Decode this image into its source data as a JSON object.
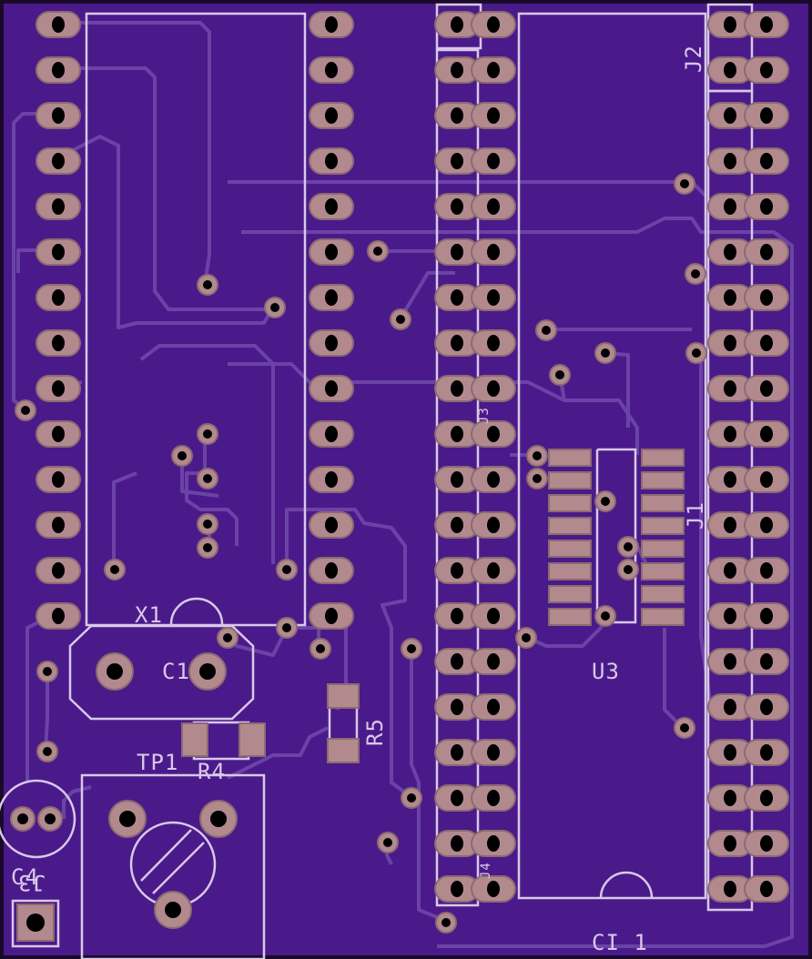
{
  "board": {
    "colors": {
      "substrate": "#4a1a8a",
      "border": "#1a0a2a",
      "trace": "#6b43a6",
      "pad_ring": "#b28a8e",
      "pad_outline": "#8c6a72",
      "drill": "#000000",
      "silk": "#d8c8e8"
    },
    "silkscreen_labels": {
      "x1": "X1",
      "c1": "C1",
      "tp1": "TP1",
      "r4": "R4",
      "r5": "R5",
      "c4": "C4",
      "j3_bottom": "J3",
      "j2": "J2",
      "j1": "J1",
      "u3": "U3",
      "ci1": "CI 1",
      "j3_mid": "J3",
      "j4": "J4"
    }
  }
}
